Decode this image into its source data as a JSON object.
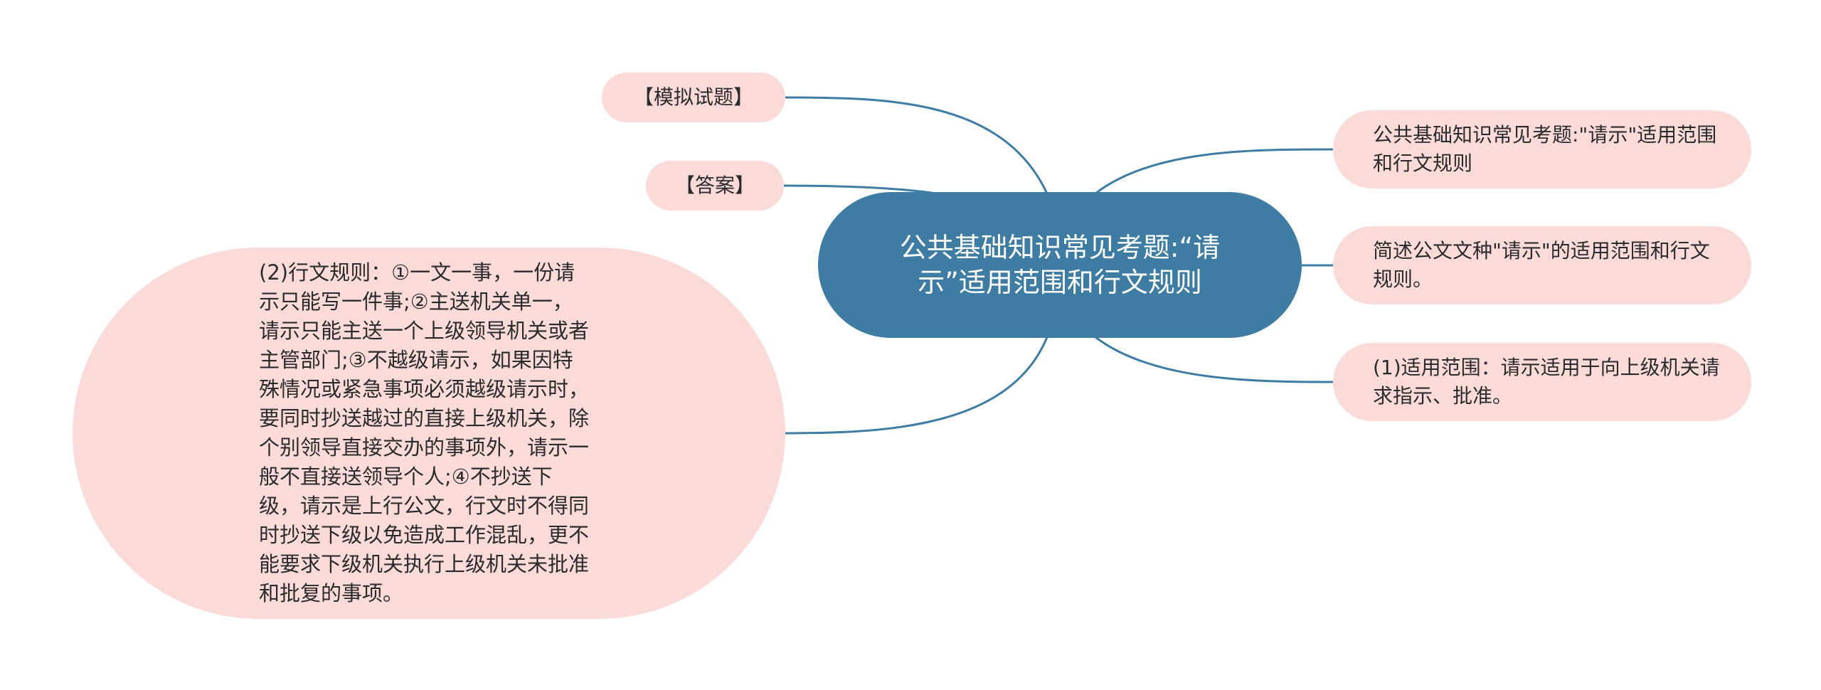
{
  "colors": {
    "root_fill": "#3e7ca3",
    "root_text": "#ffffff",
    "leaf_fill": "#fbdada",
    "leaf_text": "#2b2b2b",
    "connector": "#3e7ca3",
    "background": "#ffffff"
  },
  "mindmap": {
    "root": {
      "label": "公共基础知识常见考题:“请示”适用范围和行文规则"
    },
    "left_branches": [
      {
        "id": "mock",
        "label": "【模拟试题】"
      },
      {
        "id": "answer",
        "label": "【答案】"
      },
      {
        "id": "rule",
        "label": "(2)行文规则：①一文一事，一份请示只能写一件事;②主送机关单一，请示只能主送一个上级领导机关或者主管部门;③不越级请示，如果因特殊情况或紧急事项必须越级请示时，要同时抄送越过的直接上级机关，除个别领导直接交办的事项外，请示一般不直接送领导个人;④不抄送下级，请示是上行公文，行文时不得同时抄送下级以免造成工作混乱，更不能要求下级机关执行上级机关未批准和批复的事项。"
      }
    ],
    "right_branches": [
      {
        "id": "title2",
        "label": "公共基础知识常见考题:\"请示\"适用范围和行文规则"
      },
      {
        "id": "brief",
        "label": "简述公文文种\"请示\"的适用范围和行文规则。"
      },
      {
        "id": "scope",
        "label": "(1)适用范围：请示适用于向上级机关请求指示、批准。"
      }
    ]
  }
}
